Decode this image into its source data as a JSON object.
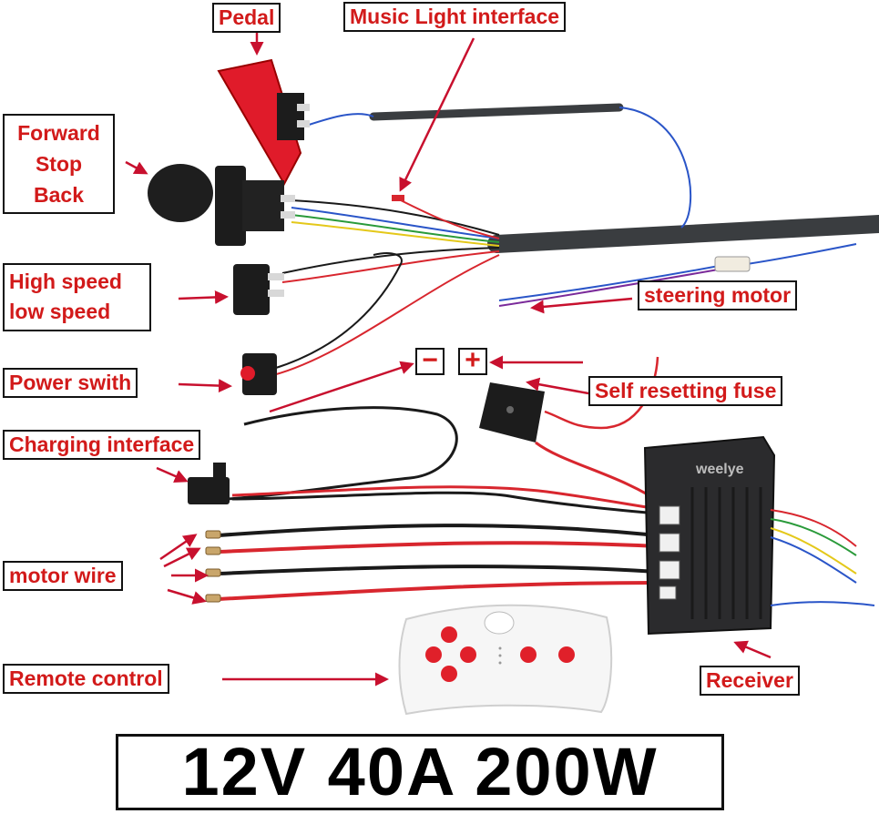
{
  "labels": {
    "pedal": "Pedal",
    "music_light": "Music Light interface",
    "gear": [
      "Forward",
      "Stop",
      "Back"
    ],
    "speed": [
      "High speed",
      "low speed"
    ],
    "steering_motor": "steering motor",
    "power_switch": "Power swith",
    "minus": "−",
    "plus": "+",
    "fuse": "Self resetting fuse",
    "charging": "Charging interface",
    "motor_wire": "motor wire",
    "remote": "Remote control",
    "receiver": "Receiver"
  },
  "brand": "weelye",
  "spec": "12V 40A 200W",
  "colors": {
    "label_text": "#d21a1a",
    "arrow": "#c8102e",
    "wire_red": "#d8262e",
    "wire_black": "#1a1a1a",
    "wire_blue": "#2a55c8",
    "box_body": "#2b2b2d",
    "remote_button": "#e0202a"
  }
}
